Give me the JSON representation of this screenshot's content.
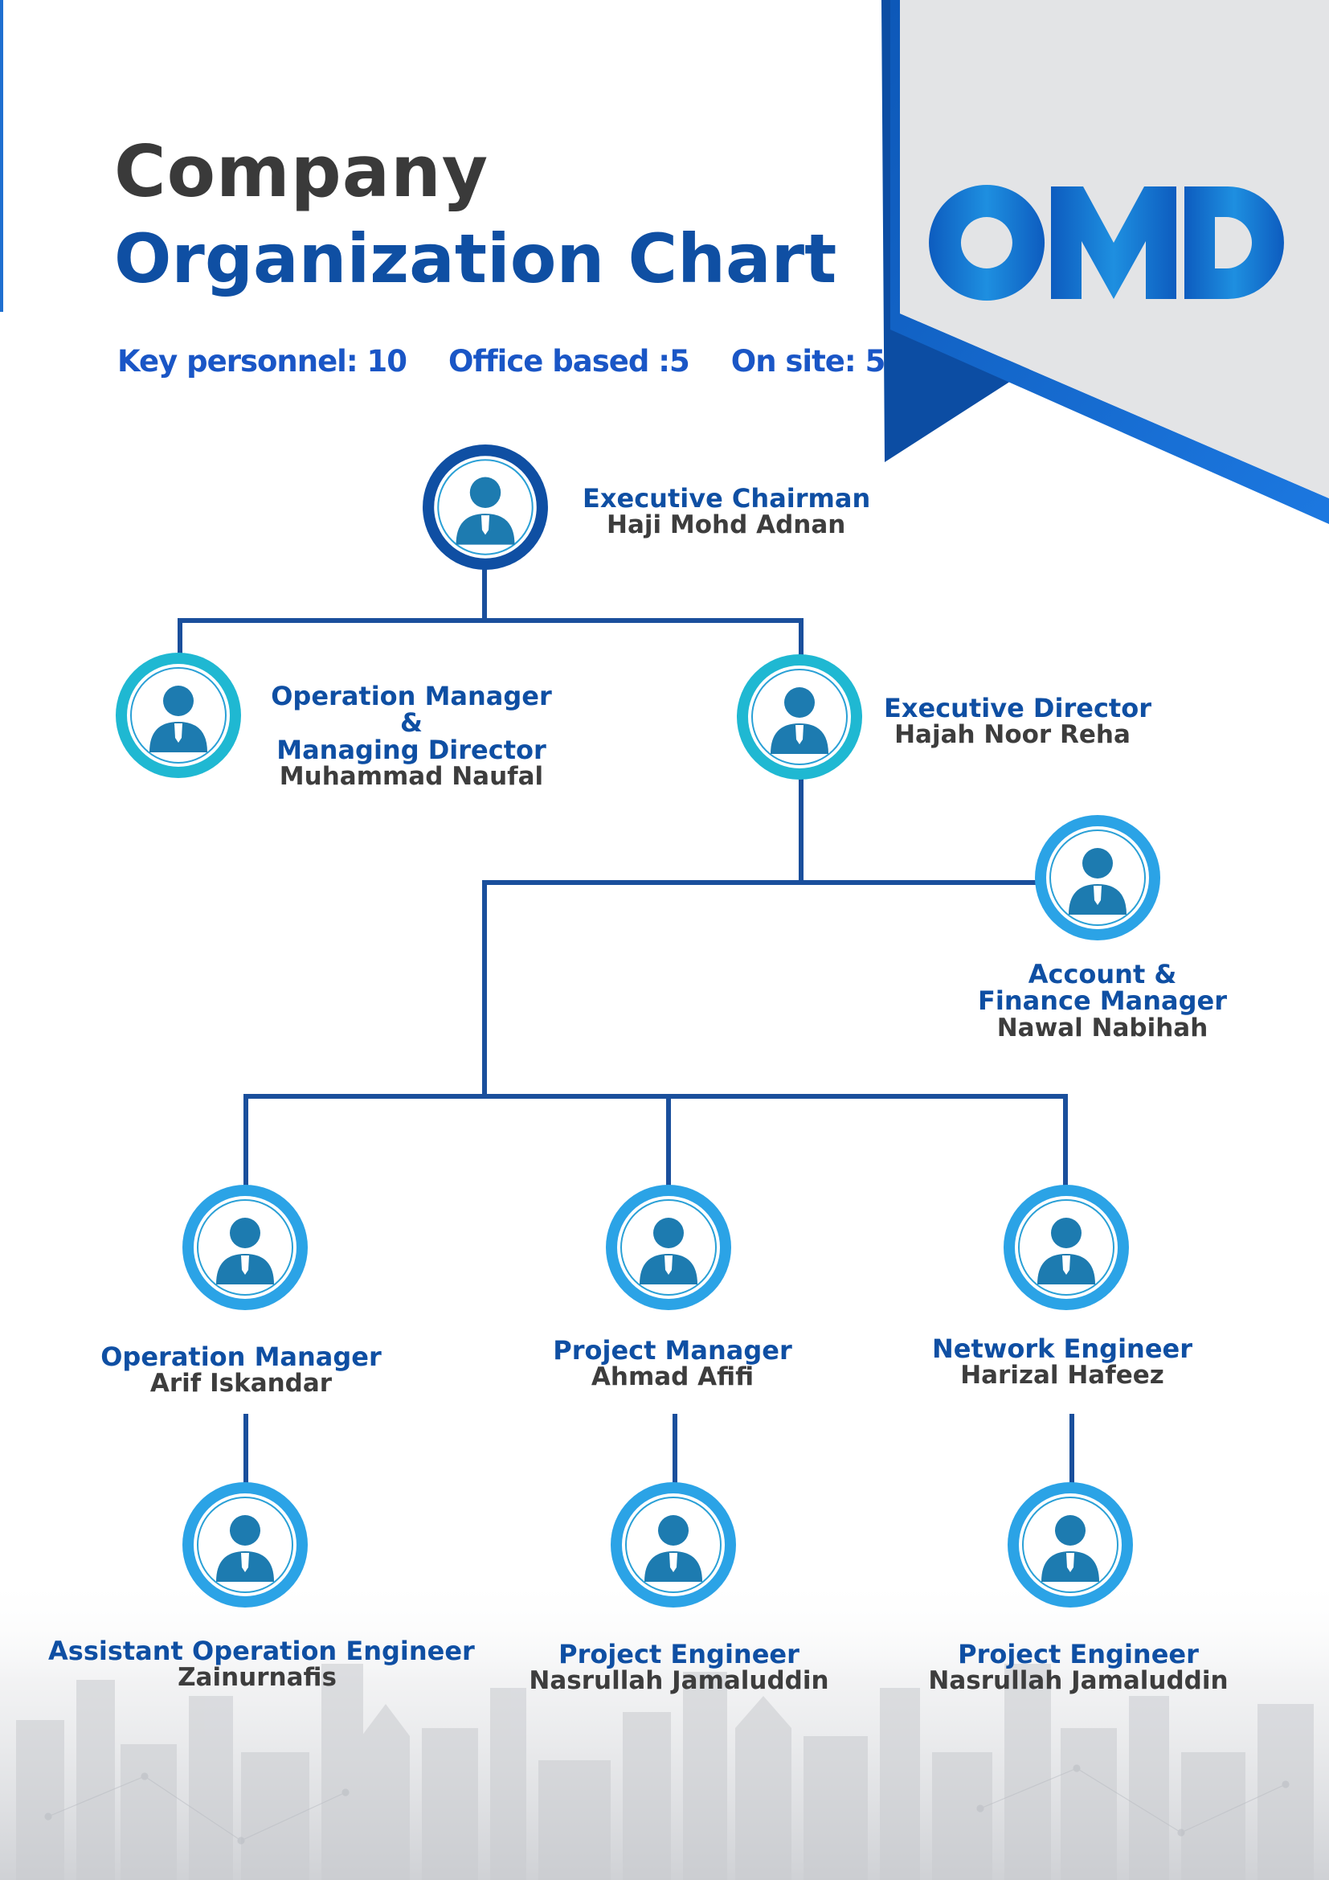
{
  "header": {
    "title_line1": "Company",
    "title_line2": "Organization Chart",
    "stats": [
      {
        "label": "Key personnel: 10"
      },
      {
        "label": "Office based :5"
      },
      {
        "label": "On site: 5"
      }
    ]
  },
  "logo": {
    "text": "OMD"
  },
  "colors": {
    "navy": "#0f4fa3",
    "bright_blue": "#2ba3e6",
    "teal": "#1fb8d2",
    "line": "#1a4f9c",
    "avatar_figure": "#1d7bb0",
    "text_dark": "#3d3d3d"
  },
  "people": [
    {
      "id": "chairman",
      "role": "Executive Chairman",
      "name": "Haji Mohd Adnan",
      "icon": "person-icon"
    },
    {
      "id": "op-md",
      "role": "Operation Manager &\nManaging Director",
      "name": "Muhammad Naufal",
      "icon": "person-icon"
    },
    {
      "id": "exec-dir",
      "role": "Executive Director",
      "name": "Hajah Noor Reha",
      "icon": "person-icon"
    },
    {
      "id": "finance",
      "role": "Account &\nFinance Manager",
      "name": "Nawal Nabihah",
      "icon": "person-icon"
    },
    {
      "id": "op-mgr",
      "role": "Operation Manager",
      "name": "Arif Iskandar",
      "icon": "person-icon"
    },
    {
      "id": "proj-mgr",
      "role": "Project Manager",
      "name": "Ahmad Afifi",
      "icon": "person-icon"
    },
    {
      "id": "net-eng",
      "role": "Network Engineer",
      "name": "Harizal Hafeez",
      "icon": "person-icon"
    },
    {
      "id": "asst-op",
      "role": "Assistant Operation Engineer",
      "name": "Zainurnafis",
      "icon": "person-icon"
    },
    {
      "id": "proj-eng-1",
      "role": "Project Engineer",
      "name": "Nasrullah Jamaluddin",
      "icon": "person-icon"
    },
    {
      "id": "proj-eng-2",
      "role": "Project Engineer",
      "name": "Nasrullah Jamaluddin",
      "icon": "person-icon"
    }
  ]
}
